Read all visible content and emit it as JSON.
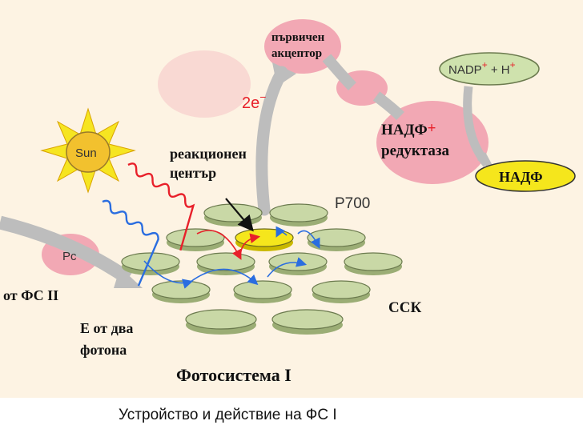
{
  "labels": {
    "primary_acceptor_line1": "първичен",
    "primary_acceptor_line2": "акцептор",
    "electrons": "2e",
    "electrons_sup": "−",
    "nadp_plus_h": "NADP",
    "nadp_plus_h_mid": " + H",
    "plus_sign": "+",
    "reductase_line1": "НАДФ",
    "reductase_plus": "+",
    "reductase_line2": "редуктаза",
    "nadph": "НАДФ",
    "sun": "Sun",
    "reaction_center_line1": "реакционен",
    "reaction_center_line2": "център",
    "p700": "P700",
    "pc": "Pc",
    "from_ps2": "от ФС  II",
    "energy_line1": "Е от два",
    "energy_line2": "фотона",
    "ssk": "ССК",
    "photosystem_title": "Фотосистема I"
  },
  "caption": "Устройство и действие на ФС  I",
  "colors": {
    "background": "#fdf3e3",
    "pink_blob": "#f2a8b4",
    "gray_arrow": "#bdbdbd",
    "disk_fill": "#c9d8a6",
    "disk_stroke": "#6b7a4e",
    "reaction_center": "#f5e61c",
    "sun": "#f6e521",
    "red_arrow": "#e8202a",
    "blue_arrow": "#2a6de0",
    "nadp_oval": "#cfe2ad"
  }
}
